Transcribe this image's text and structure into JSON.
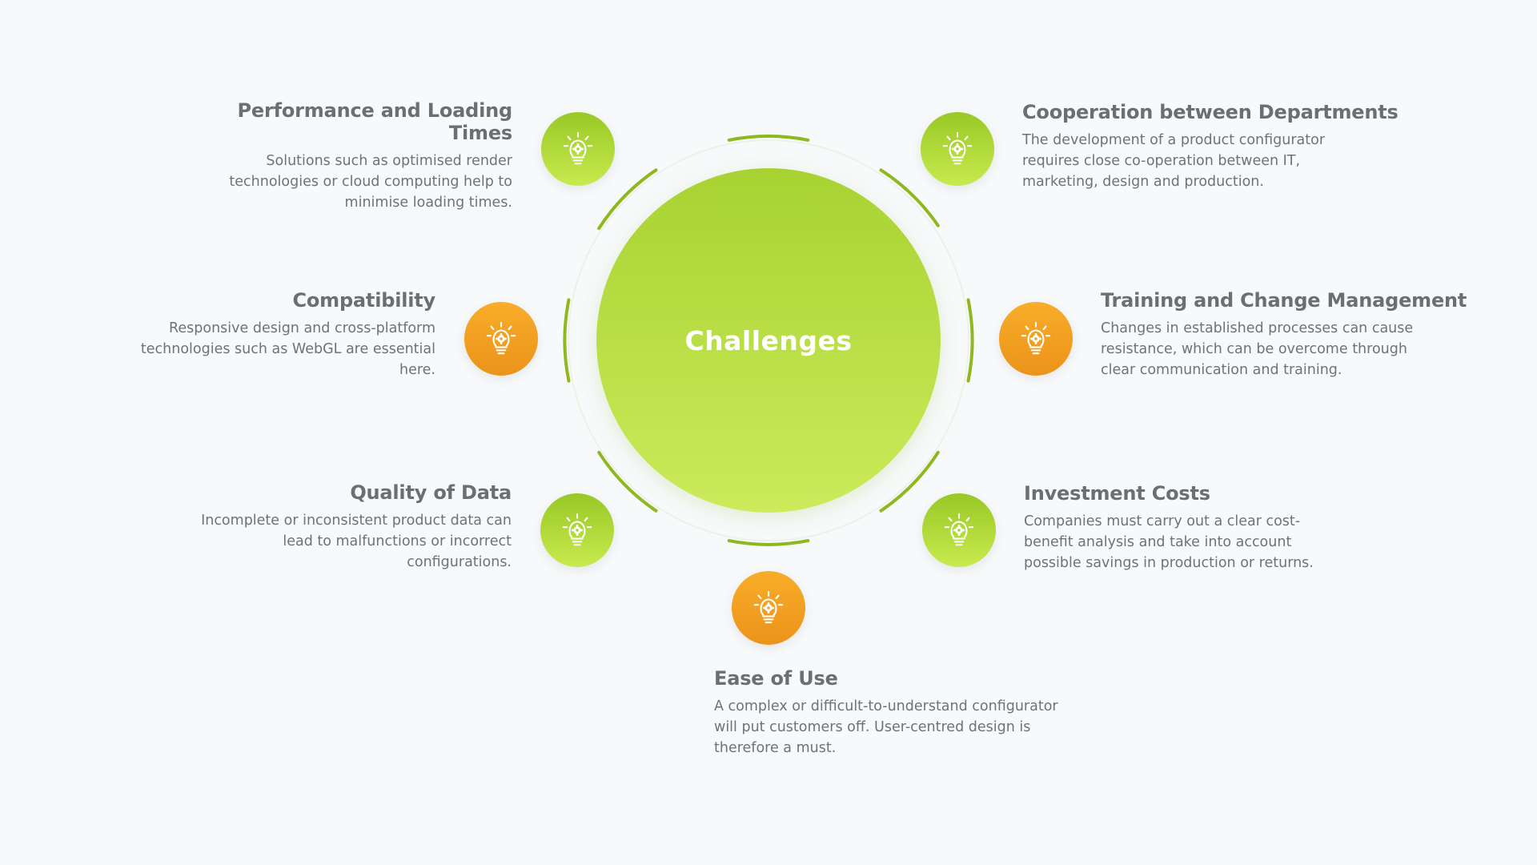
{
  "center": {
    "label": "Challenges"
  },
  "items": {
    "performance": {
      "title": "Performance and Loading Times",
      "description": "Solutions such as optimised render technologies or cloud computing help to minimise loading times.",
      "icon": "lightbulb-gear-icon",
      "color": "#a6d031"
    },
    "cooperation": {
      "title": "Cooperation between Departments",
      "description": "The development of a product configurator requires close co-operation between IT, marketing, design and production.",
      "icon": "lightbulb-gear-icon",
      "color": "#a6d031"
    },
    "compatibility": {
      "title": "Compatibility",
      "description": "Responsive design and cross-platform technologies such as WebGL are essential here.",
      "icon": "lightbulb-gear-icon",
      "color": "#f2a024"
    },
    "training": {
      "title": "Training and Change Management",
      "description": "Changes in established processes can cause resistance, which can be overcome through clear communication and training.",
      "icon": "lightbulb-gear-icon",
      "color": "#f2a024"
    },
    "quality": {
      "title": "Quality of Data",
      "description": "Incomplete or inconsistent product data can lead to malfunctions or incorrect configurations.",
      "icon": "lightbulb-gear-icon",
      "color": "#a6d031"
    },
    "investment": {
      "title": "Investment Costs",
      "description": "Companies must carry out a clear cost-benefit analysis and take into account possible savings in production or returns.",
      "icon": "lightbulb-gear-icon",
      "color": "#a6d031"
    },
    "ease": {
      "title": "Ease of Use",
      "description": "A complex or difficult-to-understand configurator will put customers off. User-centred design is therefore a must.",
      "icon": "lightbulb-gear-icon",
      "color": "#f2a024"
    }
  },
  "colors": {
    "background": "#f7f9fa",
    "green": "#a6d031",
    "orange": "#f2a024",
    "ring": "#8fb820",
    "heading": "#6b6f73",
    "body": "#6f7377"
  }
}
